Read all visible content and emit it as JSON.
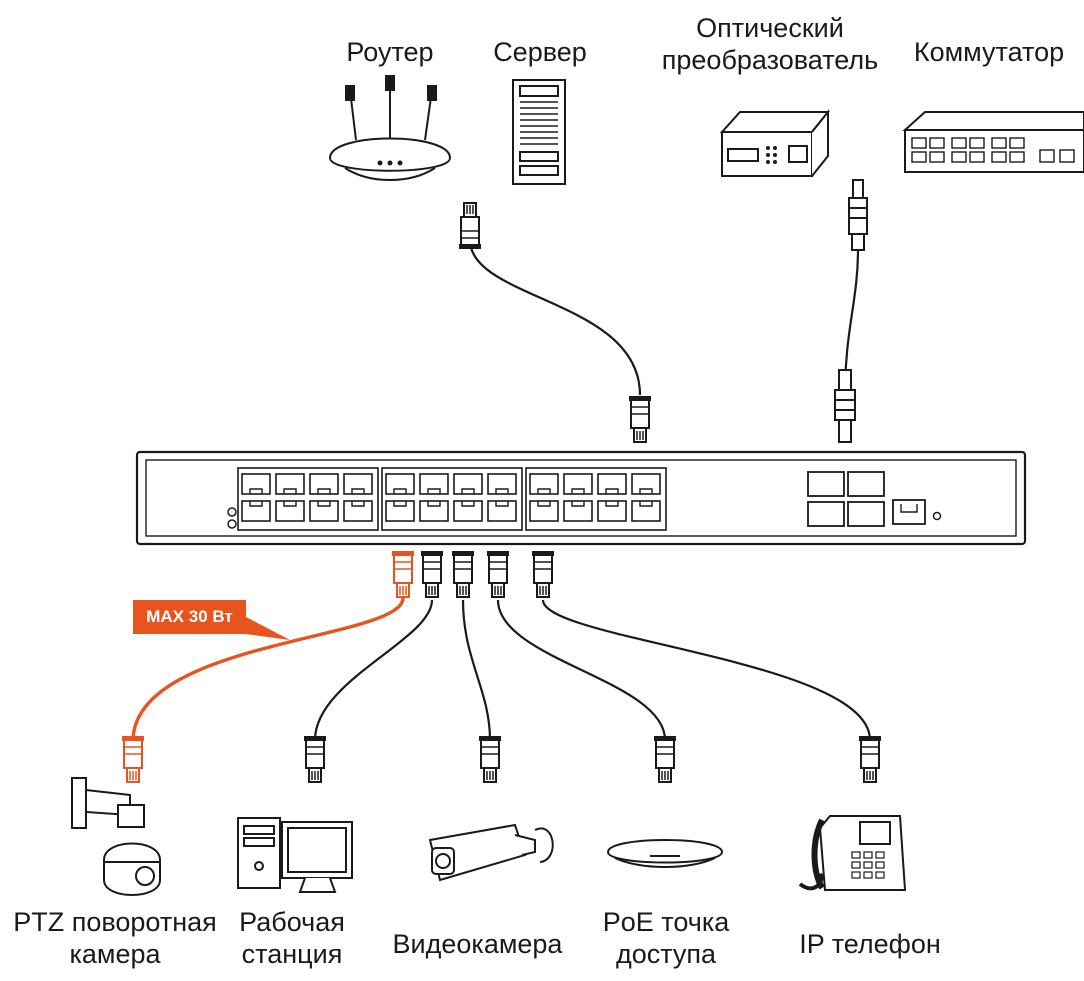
{
  "labels": {
    "router": "Роутер",
    "server": "Сервер",
    "optical": [
      "Оптический",
      "преобразователь"
    ],
    "switch": "Коммутатор",
    "ptz": [
      "PTZ поворотная",
      "камера"
    ],
    "workstation": [
      "Рабочая",
      "станция"
    ],
    "videocam": "Видеокамера",
    "ap": [
      "PoE точка",
      "доступа"
    ],
    "phone": "IP телефон"
  },
  "power_badge": "MAX 30 Вт",
  "colors": {
    "line": "#1a1a1a",
    "accent": "#e8541d",
    "background": "#ffffff"
  },
  "icons": {
    "router": "wifi-router-icon",
    "server": "server-tower-icon",
    "optical": "media-converter-icon",
    "switch": "network-switch-icon",
    "main_switch": "poe-switch-icon",
    "ptz": "ptz-camera-icon",
    "workstation": "desktop-pc-icon",
    "videocam": "bullet-camera-icon",
    "ap": "access-point-icon",
    "phone": "ip-phone-icon"
  }
}
